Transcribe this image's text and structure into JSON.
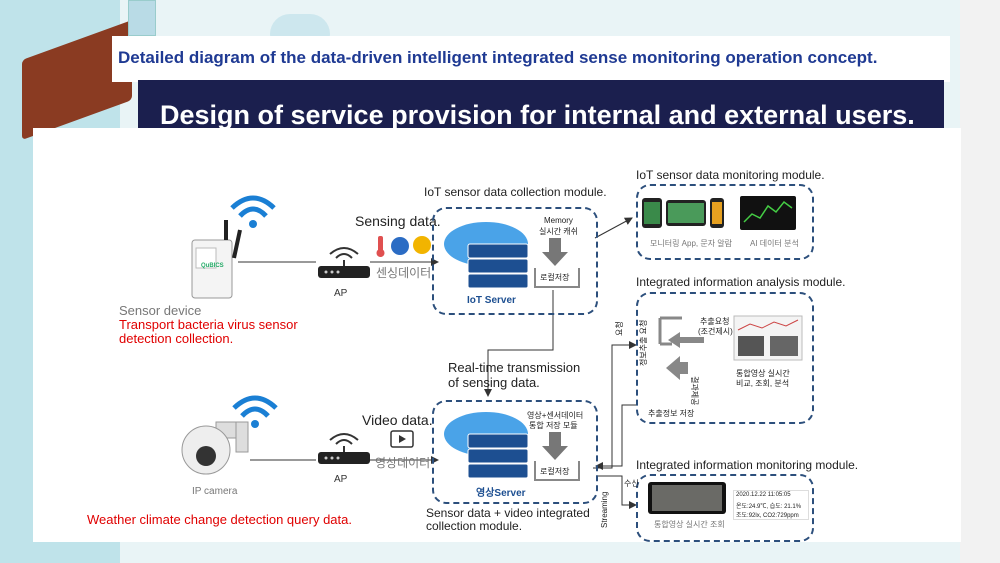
{
  "titles": {
    "top": "Detailed diagram of the data-driven intelligent integrated sense monitoring operation concept.",
    "main": "Design of service provision for internal and external users."
  },
  "sensor": {
    "device_label": "Sensor device",
    "device_desc_line1": "Transport bacteria virus sensor",
    "device_desc_line2": "detection collection.",
    "brand": "QuBICS",
    "ap_label": "AP",
    "sensing_data": "Sensing data.",
    "sensing_data_kr": "센싱데이터"
  },
  "camera": {
    "label": "IP camera",
    "desc": "Weather climate change detection query data.",
    "ap_label": "AP",
    "video_data": "Video data.",
    "video_data_kr": "영상데이터"
  },
  "iot_collection": {
    "title": "IoT sensor data collection module.",
    "memory_line1": "Memory",
    "memory_line2": "실시간 캐쉬",
    "local_storage": "로컬저장",
    "server_label": "IoT Server"
  },
  "realtime": {
    "line1": "Real-time transmission",
    "line2": "of sensing data."
  },
  "video_collection": {
    "module_line1": "영상+센서데이터",
    "module_line2": "통합 저장 모듈",
    "local_storage": "로컬저장",
    "server_label": "영상Server",
    "caption_line1": "Sensor data + video integrated",
    "caption_line2": "collection module."
  },
  "monitoring": {
    "title": "IoT sensor data monitoring module.",
    "app_caption": "모니터링 App, 문자 알람",
    "ai_caption": "AI 데이터 분석"
  },
  "analysis": {
    "title": "Integrated information analysis module.",
    "request_label": "요청",
    "extract_label": "정보추출 요청",
    "condition_line1": "추출요청",
    "condition_line2": "(조건제시)",
    "result_label": "결과제공",
    "extract_store": "추출정보 저장",
    "video_line1": "통합영상 실시간",
    "video_line2": "비교, 조회, 분석"
  },
  "integrated_monitor": {
    "title": "Integrated information monitoring module.",
    "receive_label": "수신",
    "streaming_label": "Streaming",
    "caption": "통합영상 실시간 조회",
    "readout_line1": "2020.12.22  11:05:05",
    "readout_line2": "온도:24.9℃, 습도: 21.1%",
    "readout_line3": "조도:92lx, CO2:729ppm"
  },
  "colors": {
    "title_blue": "#1f3a93",
    "band": "#1b1f4e",
    "dashed": "#2c4f7c",
    "wifi": "#1a7fd4",
    "red": "#e00000"
  }
}
